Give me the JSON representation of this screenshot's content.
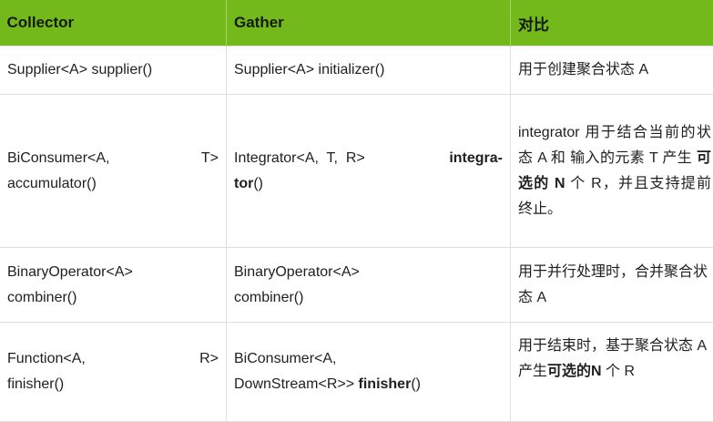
{
  "table": {
    "header": {
      "collector": "Collector",
      "gather": "Gather",
      "compare": "对比"
    },
    "colors": {
      "header_bg": "#73b91c",
      "border": "#dedede"
    },
    "rows": [
      {
        "collector": "Supplier<A> supplier()",
        "gather": "Supplier<A> initializer()",
        "compare": "用于创建聚合状态 A"
      },
      {
        "collector_line1_left": "BiConsumer<A,",
        "collector_line1_right": "T>",
        "collector_line2": "accumulator()",
        "gather_line1_prefix": "Integrator<A,  T,  R>",
        "gather_line1_bold": "integra-",
        "gather_line2_bold": "tor",
        "gather_line2_suffix": "()",
        "compare_part1": "integrator 用于结合当前的状态 A 和 输入的元素 T 产生 ",
        "compare_bold": "可选的 N",
        "compare_part2": " 个 R，并且支持提前终止。"
      },
      {
        "collector_line1": "BinaryOperator<A>",
        "collector_line2": "combiner()",
        "gather_line1": "BinaryOperator<A>",
        "gather_line2": "combiner()",
        "compare": "用于并行处理时，合并聚合状态 A"
      },
      {
        "collector_line1_left": "Function<A,",
        "collector_line1_right": "R>",
        "collector_line2": "finisher()",
        "gather_line1": "BiConsumer<A,",
        "gather_line2_prefix": "DownStream<R>> ",
        "gather_line2_bold": "finisher",
        "gather_line2_suffix": "()",
        "compare_part1": "用于结束时，基于聚合状态 A 产生",
        "compare_bold": "可选的N",
        "compare_part2": " 个 R"
      }
    ]
  }
}
